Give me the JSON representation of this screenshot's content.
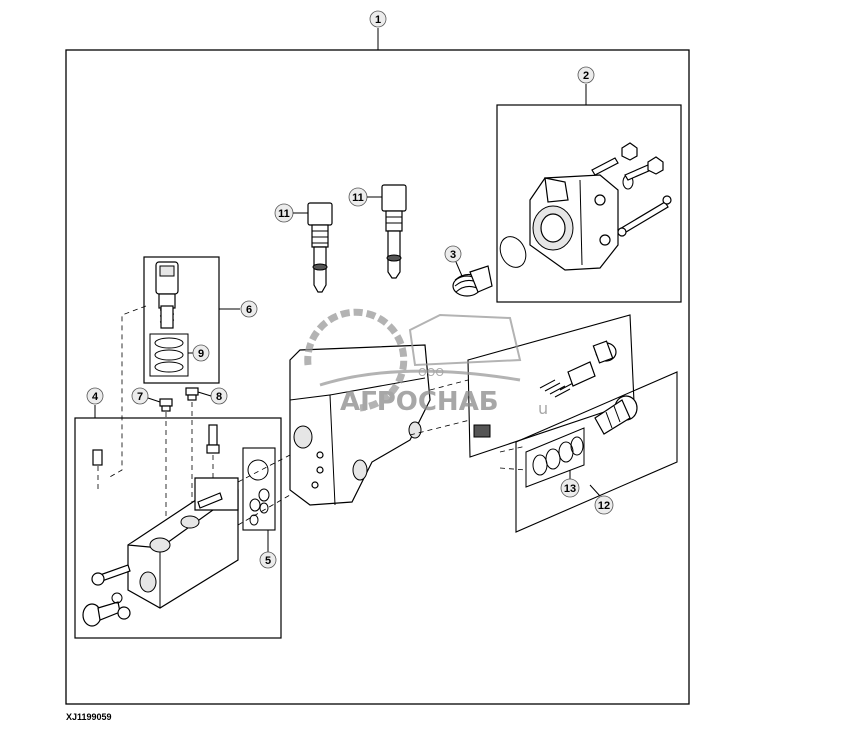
{
  "diagram": {
    "figure_id": "XJ1199059",
    "callouts": {
      "c1": "1",
      "c2": "2",
      "c3": "3",
      "c4": "4",
      "c5": "5",
      "c6": "6",
      "c7": "7",
      "c8": "8",
      "c9": "9",
      "c11a": "11",
      "c11b": "11",
      "c12": "12",
      "c13": "13"
    }
  },
  "watermark": {
    "prefix": "ООО",
    "name": "АГРОСНАБ",
    "suffix": "u"
  }
}
